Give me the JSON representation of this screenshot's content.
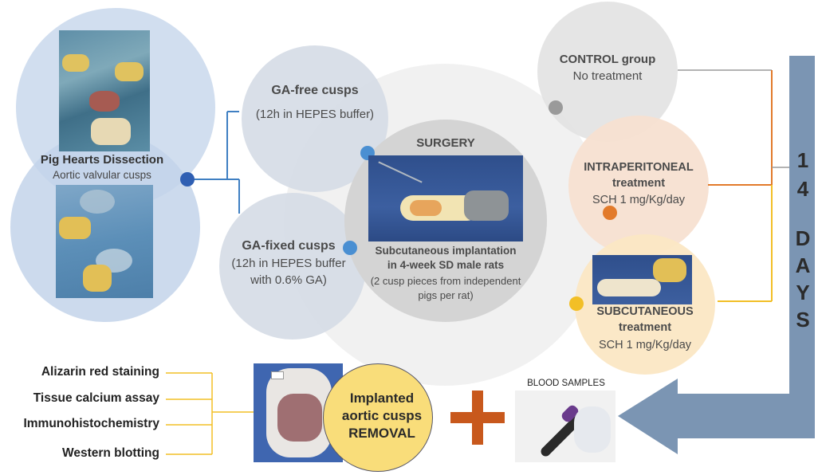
{
  "dissection": {
    "title": "Pig Hearts Dissection",
    "subtitle": "Aortic valvular cusps"
  },
  "ga_free": {
    "title": "GA-free cusps",
    "detail": "(12h in HEPES buffer)"
  },
  "ga_fixed": {
    "title": "GA-fixed cusps",
    "line1": "(12h in HEPES buffer",
    "line2": "with 0.6% GA)"
  },
  "surgery": {
    "title": "SURGERY",
    "line1": "Subcutaneous implantation",
    "line2": "in 4-week SD male rats",
    "line3": "(2 cusp pieces from independent",
    "line4": "pigs per rat)"
  },
  "control": {
    "title": "CONTROL group",
    "detail": "No treatment"
  },
  "intraperitoneal": {
    "title1": "INTRAPERITONEAL",
    "title2": "treatment",
    "dose": "SCH 1 mg/Kg/day"
  },
  "subcutaneous": {
    "title1": "SUBCUTANEOUS",
    "title2": "treatment",
    "dose": "SCH 1 mg/Kg/day"
  },
  "duration": {
    "chars": [
      "1",
      "4",
      "D",
      "A",
      "Y",
      "S"
    ]
  },
  "removal": {
    "line1": "Implanted",
    "line2": "aortic cusps",
    "line3": "REMOVAL"
  },
  "blood": {
    "label": "BLOOD SAMPLES"
  },
  "analyses": [
    "Alizarin red staining",
    "Tissue calcium assay",
    "Immunohistochemistry",
    "Western blotting"
  ],
  "colors": {
    "blue_line": "#3f7fc2",
    "grey_line": "#9a9a9a",
    "orange": "#e27a2a",
    "yellow": "#f2bf26",
    "arrow": "#7b95b3",
    "plus": "#c8581c"
  }
}
